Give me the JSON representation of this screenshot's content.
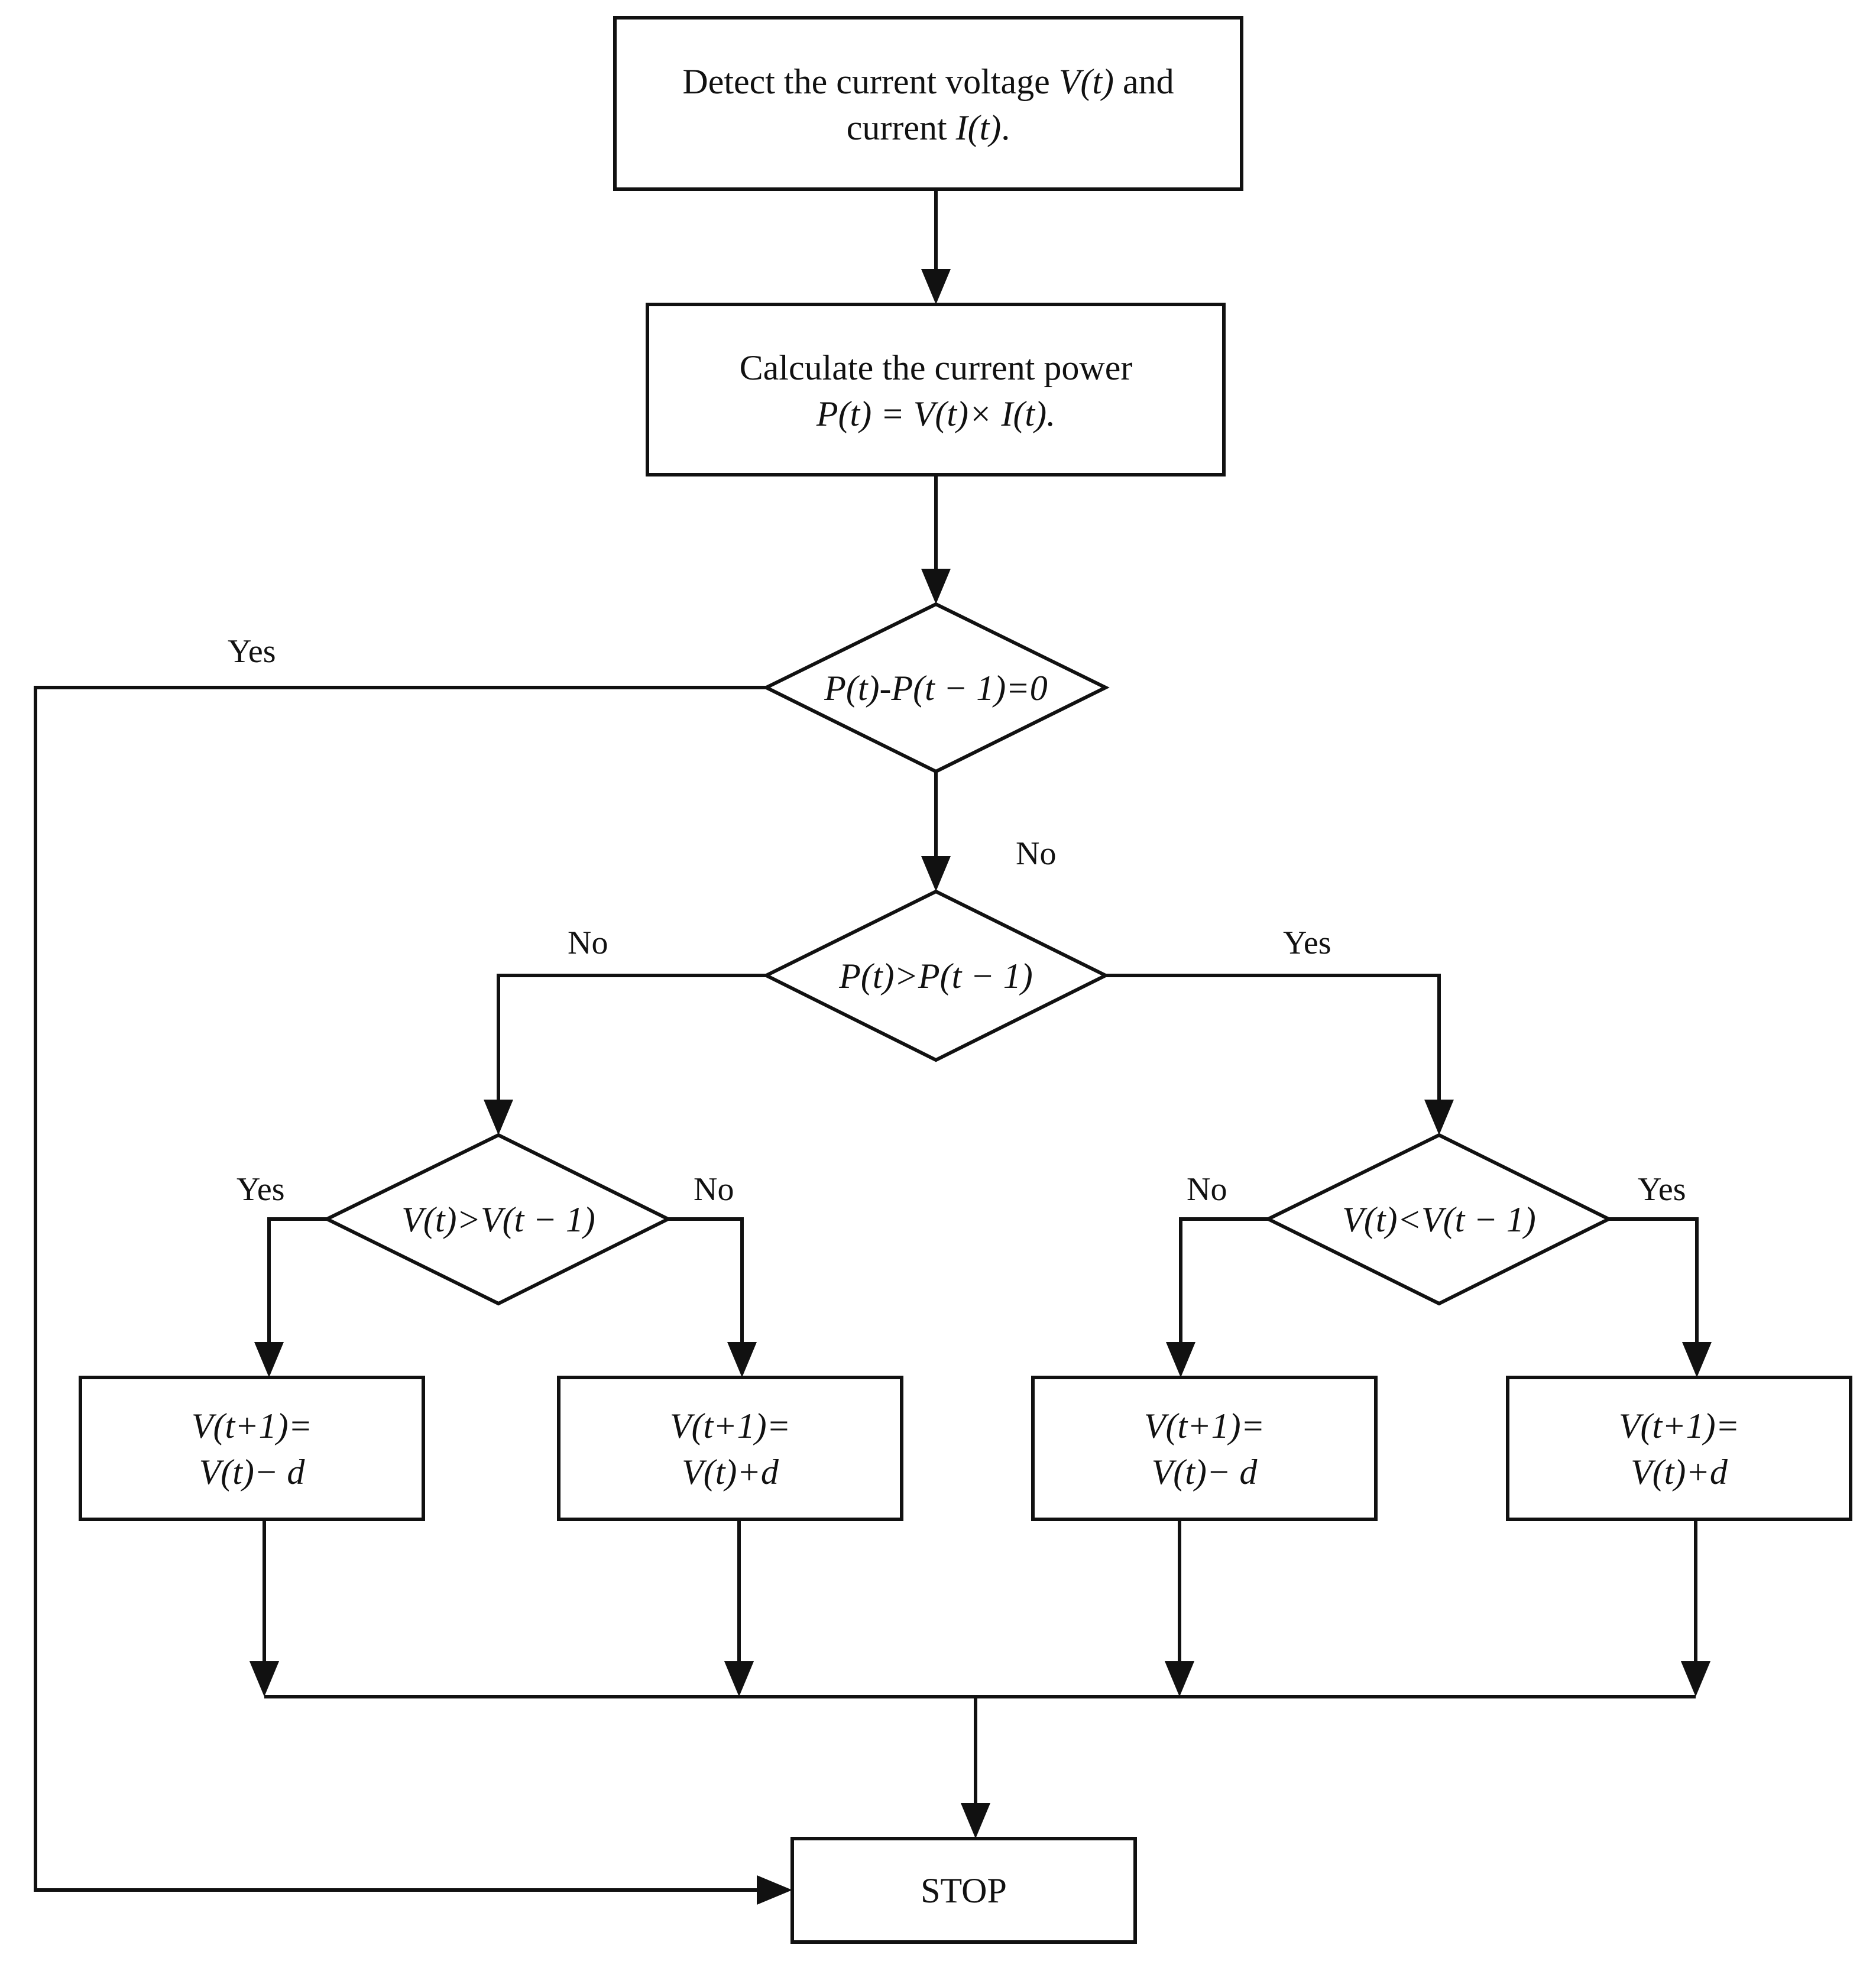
{
  "nodes": {
    "detect": {
      "line1": [
        "Detect the current voltage ",
        "V(t)",
        " and"
      ],
      "line2": [
        "current ",
        "I(t)",
        "."
      ]
    },
    "calculate": {
      "line1": "Calculate the current power",
      "line2": "P(t) = V(t)× I(t)."
    },
    "decision_equal": "P(t)-P(t − 1)=0",
    "decision_power": "P(t)>P(t − 1)",
    "decision_voltage_gt": "V(t)>V(t − 1)",
    "decision_voltage_lt": "V(t)<V(t − 1)",
    "box_dec_left": {
      "line1": "V(t+1)=",
      "line2": "V(t)− d"
    },
    "box_inc_left": {
      "line1": "V(t+1)=",
      "line2": "V(t)+d"
    },
    "box_dec_right": {
      "line1": "V(t+1)=",
      "line2": "V(t)− d"
    },
    "box_inc_right": {
      "line1": "V(t+1)=",
      "line2": "V(t)+d"
    },
    "stop": "STOP"
  },
  "labels": {
    "equal_yes": "Yes",
    "equal_no": "No",
    "power_no": "No",
    "power_yes": "Yes",
    "voltage_gt_yes": "Yes",
    "voltage_gt_no": "No",
    "voltage_lt_no": "No",
    "voltage_lt_yes": "Yes"
  }
}
